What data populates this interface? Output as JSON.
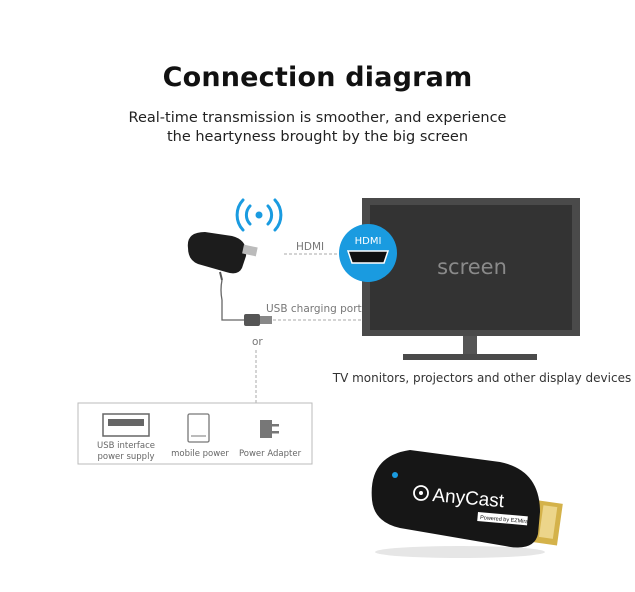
{
  "title": "Connection diagram",
  "subtitle_line1": "Real-time transmission is smoother, and experience",
  "subtitle_line2": "the heartyness brought by the big screen",
  "labels": {
    "hdmi": "HDMI",
    "hdmi_badge": "HDMI",
    "usb_port": "USB charging port",
    "or": "or",
    "screen": "screen",
    "tv_caption": "TV monitors, projectors and other display devices",
    "usb_supply_1": "USB interface",
    "usb_supply_2": "power supply",
    "mobile_power": "mobile power",
    "power_adapter": "Power Adapter"
  },
  "product": {
    "brand": "AnyCast",
    "powered_by": "Powered by EZMira"
  },
  "colors": {
    "accent": "#1a9be0",
    "tv": "#4a4a4a",
    "screen": "#333333"
  }
}
